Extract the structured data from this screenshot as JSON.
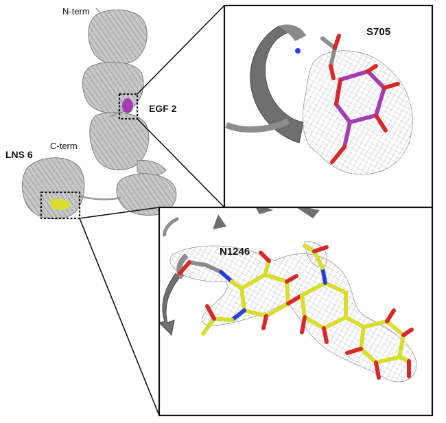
{
  "labels": {
    "n_term": "N-term",
    "c_term": "C-term",
    "egf": "EGF 2",
    "lns": "LNS 6",
    "site_top": "S705",
    "site_bottom": "N1246"
  },
  "colors": {
    "protein": "#b9b9b9",
    "protein_edge": "#7d7d7d",
    "glycan_egf": "#a33fb0",
    "glycan_lns": "#d9de2e",
    "oxygen": "#d62a2a",
    "nitrogen": "#2b3fd8",
    "density_mesh": "#8f8f8f",
    "frame": "#111111"
  }
}
